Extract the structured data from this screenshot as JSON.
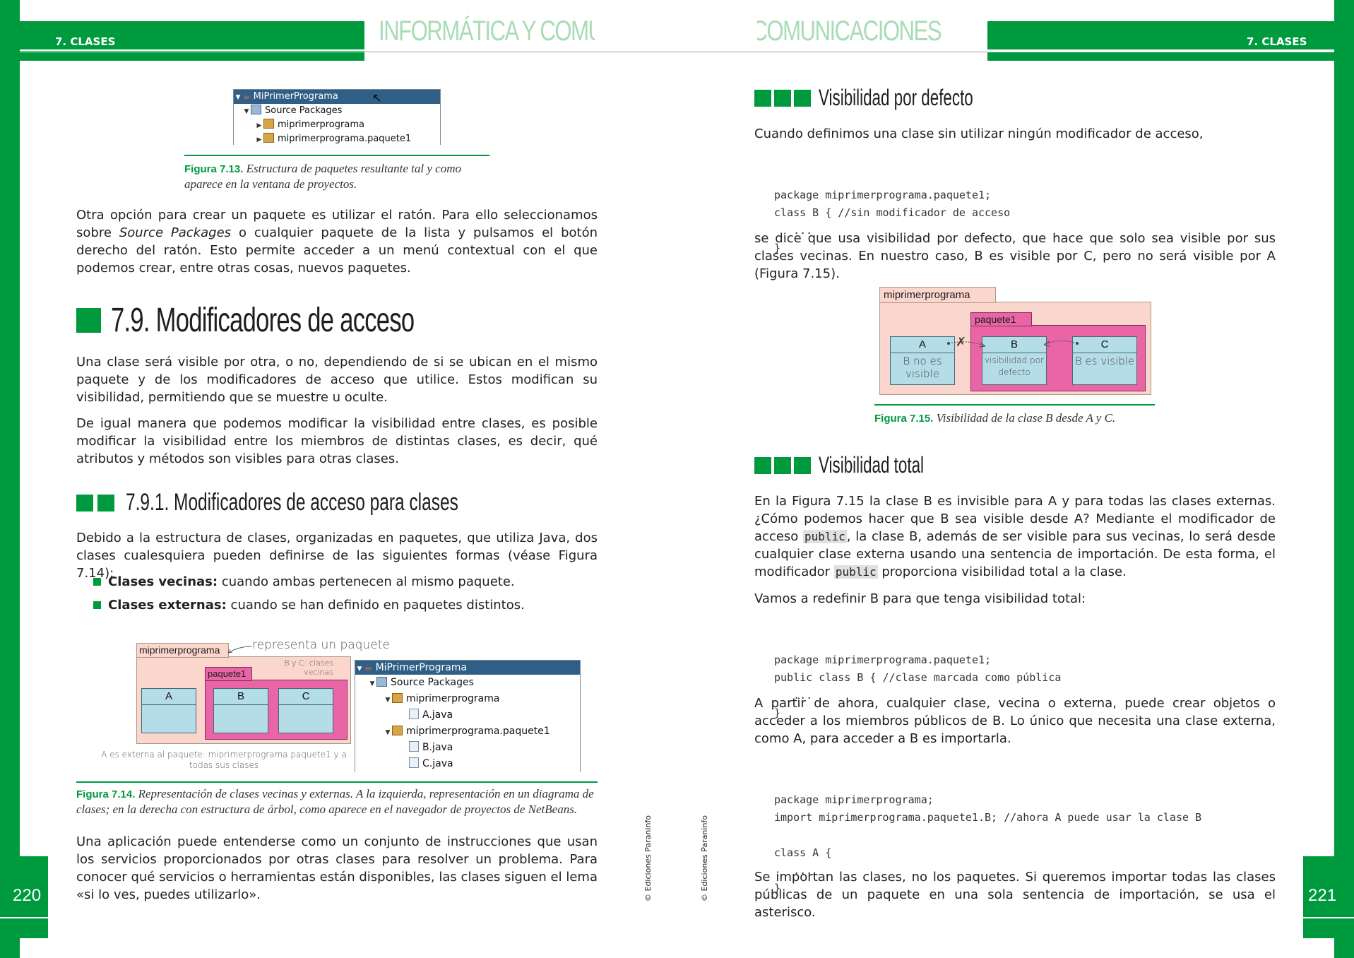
{
  "header": {
    "left_chapter": "7. CLASES",
    "right_chapter": "7. CLASES",
    "left_title": "INFORMÁTICA Y COMUNICACIONES",
    "right_title": "INFORMÁTICA Y COMUNICACIONES"
  },
  "page_numbers": {
    "left": "220",
    "right": "221"
  },
  "copyright": {
    "left": "© Ediciones Paraninfo",
    "right": "© Ediciones Paraninfo"
  },
  "left": {
    "fig13": {
      "tree": [
        "MiPrimerPrograma",
        "Source Packages",
        "miprimerprograma",
        "miprimerprograma.paquete1"
      ],
      "caption_label": "Figura 7.13.",
      "caption_text": "Estructura de paquetes resultante tal y como aparece en la ventana de proyectos."
    },
    "para1": "Otra opción para crear un paquete es utilizar el ratón. Para ello seleccionamos sobre",
    "para1_italic": "Source Packages",
    "para1_rest": "o cualquier paquete de la lista y pulsamos el botón derecho del ratón. Esto permite acceder a un menú contextual con el que podemos crear, entre otras cosas, nuevos paquetes.",
    "h_section": "7.9. Modificadores de acceso",
    "para2": "Una clase será visible por otra, o no, dependiendo de si se ubican en el mismo paquete y de los modificadores de acceso que utilice. Estos modifican su visibilidad, permitiendo que se muestre u oculte.",
    "para3": "De igual manera que podemos modificar la visibilidad entre clases, es posible modificar la visibilidad entre los miembros de distintas clases, es decir, qué atributos y métodos son visibles para otras clases.",
    "h_sub": "7.9.1. Modificadores de acceso para clases",
    "para4": "Debido a la estructura de clases, organizadas en paquetes, que utiliza Java, dos clases cualesquiera pueden definirse de las siguientes formas (véase Figura 7.14):",
    "bullets": [
      {
        "bold": "Clases vecinas:",
        "text": "cuando ambas pertenecen al mismo paquete."
      },
      {
        "bold": "Clases externas:",
        "text": "cuando se han definido en paquetes distintos."
      }
    ],
    "fig14": {
      "pkg_label": "miprimerprograma",
      "sub_label": "paquete1",
      "annot_top": "representa un paquete",
      "annot_mid": "B y C: clases vecinas",
      "annot_bottom": "A es externa al paquete: miprimerprograma.paquete1 y a todas sus clases",
      "classes": [
        "A",
        "B",
        "C"
      ],
      "tree": [
        "MiPrimerPrograma",
        "Source Packages",
        "miprimerprograma",
        "A.java",
        "miprimerprograma.paquete1",
        "B.java",
        "C.java"
      ],
      "caption_label": "Figura 7.14.",
      "caption_text": "Representación de clases vecinas y externas. A la izquierda, representación en un diagrama de clases; en la derecha con estructura de árbol, como aparece en el navegador de proyectos de NetBeans."
    },
    "para5": "Una aplicación puede entenderse como un conjunto de instrucciones que usan los servicios proporcionados por otras clases para resolver un problema. Para conocer qué servicios o herramientas están disponibles, las clases siguen el lema «si lo ves, puedes utilizarlo»."
  },
  "right": {
    "h_default": "Visibilidad por defecto",
    "para1": "Cuando definimos una clase sin utilizar ningún modificador de acceso,",
    "code1": [
      "package miprimerprograma.paquete1;",
      "class B { //sin modificador de acceso",
      "   ...",
      "}"
    ],
    "para2": "se dice que usa visibilidad por defecto, que hace que solo sea visible por sus clases vecinas. En nuestro caso, B es visible por C, pero no será visible por A (Figura 7.15).",
    "fig15": {
      "pkg_label": "miprimerprograma",
      "sub_label": "paquete1",
      "classA": "A",
      "classA_note": "B no es visible",
      "classB": "B",
      "classB_note": "visibilidad por defecto",
      "classC": "C",
      "classC_note": "B es visible",
      "caption_label": "Figura 7.15.",
      "caption_text": "Visibilidad de la clase B desde A y C."
    },
    "h_total": "Visibilidad total",
    "para3_a": "En la Figura 7.15 la clase B es invisible para A y para todas las clases externas. ¿Cómo podemos hacer que B sea visible desde A? Mediante el modificador de acceso",
    "kw_public": "public",
    "para3_b": ", la clase B, además de ser visible para sus vecinas, lo será desde cualquier clase externa usando una sentencia de importación. De esta forma, el modificador",
    "para3_c": "proporciona visibilidad total a la clase.",
    "para4": "Vamos a redefinir B para que tenga visibilidad total:",
    "code2": [
      "package miprimerprograma.paquete1;",
      "public class B { //clase marcada como pública",
      "   ...",
      "}"
    ],
    "para5": "A partir de ahora, cualquier clase, vecina o externa, puede crear objetos o acceder a los miembros públicos de B. Lo único que necesita una clase externa, como A, para acceder a B es importarla.",
    "code3": [
      "package miprimerprograma;",
      "import miprimerprograma.paquete1.B; //ahora A puede usar la clase B",
      "",
      "class A {",
      "   ...",
      "}"
    ],
    "para6": "Se importan las clases, no los paquetes. Si queremos importar todas las clases públicas de un paquete en una sola sentencia de importación, se usa el asterisco."
  },
  "colors": {
    "accent": "#009a3e",
    "pkg_bg": "#fad6cc",
    "sub_pkg_bg": "#e965a5",
    "class_bg": "#b5dde8"
  }
}
